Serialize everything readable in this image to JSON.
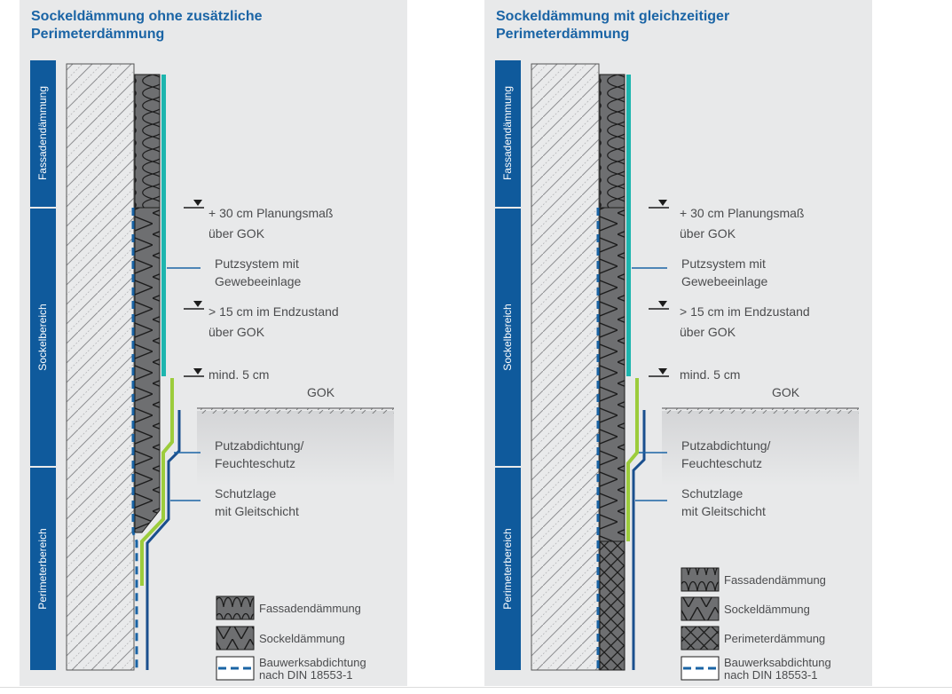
{
  "panels": [
    {
      "title_line1": "Sockeldämmung ohne zusätzliche",
      "title_line2": "Perimeterdämmung",
      "zones": {
        "top": "Fassadendämmung",
        "middle": "Sockelbereich",
        "bottom": "Perimeterbereich"
      },
      "annotations": {
        "planning_line1": "+ 30 cm Planungsmaß",
        "planning_line2": "über GOK",
        "plaster_line1": "Putzsystem mit",
        "plaster_line2": "Gewebeeinlage",
        "end_line1": "> 15 cm im Endzustand",
        "end_line2": "über GOK",
        "min": "mind. 5 cm",
        "gok": "GOK",
        "seal_line1": "Putzabdichtung/",
        "seal_line2": "Feuchteschutz",
        "protect_line1": "Schutzlage",
        "protect_line2": "mit Gleitschicht"
      },
      "legend": {
        "facade": "Fassadendämmung",
        "plinth": "Sockeldämmung",
        "seal_line1": "Bauwerksabdichtung",
        "seal_line2": "nach DIN 18553-1"
      }
    },
    {
      "title_line1": "Sockeldämmung mit gleichzeitiger",
      "title_line2": "Perimeterdämmung",
      "zones": {
        "top": "Fassadendämmung",
        "middle": "Sockelbereich",
        "bottom": "Perimeterbereich"
      },
      "annotations": {
        "planning_line1": "+ 30 cm Planungsmaß",
        "planning_line2": "über GOK",
        "plaster_line1": "Putzsystem mit",
        "plaster_line2": "Gewebeeinlage",
        "end_line1": "> 15 cm im Endzustand",
        "end_line2": "über GOK",
        "min": "mind. 5 cm",
        "gok": "GOK",
        "seal_line1": "Putzabdichtung/",
        "seal_line2": "Feuchteschutz",
        "protect_line1": "Schutzlage",
        "protect_line2": "mit Gleitschicht"
      },
      "legend": {
        "facade": "Fassadendämmung",
        "plinth": "Sockeldämmung",
        "perimeter": "Perimeterdämmung",
        "seal_line1": "Bauwerksabdichtung",
        "seal_line2": "nach DIN 18553-1"
      }
    }
  ],
  "colors": {
    "title": "#1a64a5",
    "zone_bar": "#0f5a9c",
    "plaster": "#1db5ae",
    "seal": "#9ccc3c",
    "protection": "#1a4f8e",
    "insulation": "#6e6f71",
    "panel_bg": "#e8e9ea"
  }
}
